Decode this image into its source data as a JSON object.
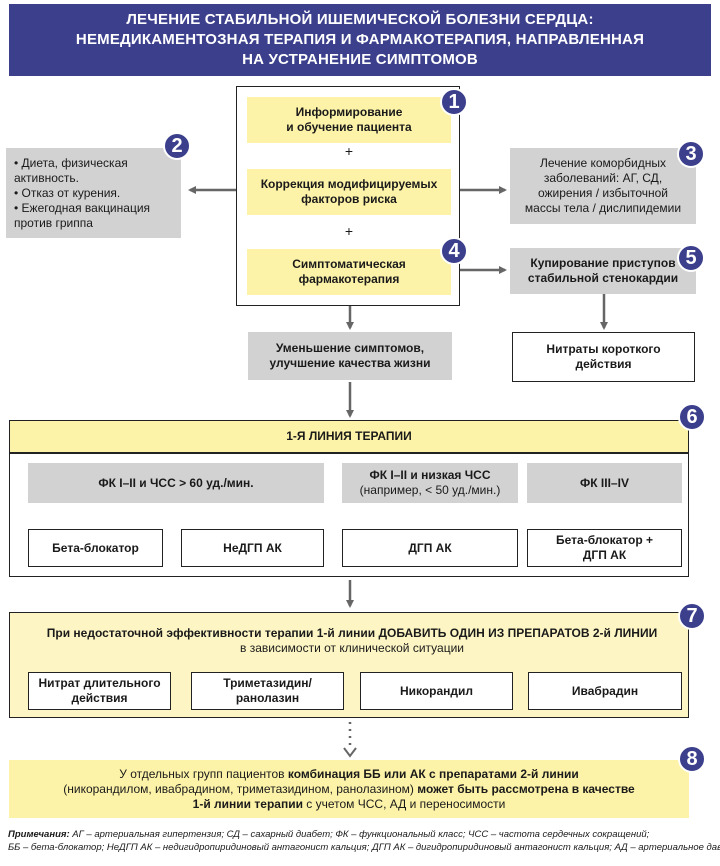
{
  "title": {
    "line1": "ЛЕЧЕНИЕ СТАБИЛЬНОЙ ИШЕМИЧЕСКОЙ БОЛЕЗНИ СЕРДЦА:",
    "line2": "НЕМЕДИКАМЕНТОЗНАЯ ТЕРАПИЯ И ФАРМАКОТЕРАПИЯ, НАПРАВЛЕННАЯ",
    "line3": "НА УСТРАНЕНИЕ СИМПТОМОВ"
  },
  "badges": [
    "1",
    "2",
    "3",
    "4",
    "5",
    "6",
    "7",
    "8"
  ],
  "center": {
    "box1_line1": "Информирование",
    "box1_line2": "и обучение пациента",
    "plus": "+",
    "box2_line1": "Коррекция модифицируемых",
    "box2_line2": "факторов риска",
    "box4_line1": "Симптоматическая",
    "box4_line2": "фармакотерапия"
  },
  "left_box": {
    "line1": "• Диета, физическая",
    "line2": "активность.",
    "line3": "• Отказ от курения.",
    "line4": "• Ежегодная вакцинация",
    "line5": "против гриппа"
  },
  "right_box": {
    "line1": "Лечение коморбидных",
    "line2": "заболеваний: АГ, СД,",
    "line3": "ожирения / избыточной",
    "line4": "массы тела / дислипидемии"
  },
  "angina_box": {
    "line1": "Купирование приступов",
    "line2": "стабильной стенокардии"
  },
  "nitrates_box": {
    "line1": "Нитраты короткого",
    "line2": "действия"
  },
  "outcome_box": {
    "line1": "Уменьшение симптомов,",
    "line2": "улучшение качества жизни"
  },
  "first_line": {
    "header": "1-Я ЛИНИЯ ТЕРАПИИ",
    "cond1": "ФК I–II и ЧСС > 60 уд./мин.",
    "cond2_line1": "ФК I–II и низкая ЧСС",
    "cond2_line2": "(например, < 50 уд./мин.)",
    "cond3": "ФК III–IV",
    "drug1": "Бета-блокатор",
    "drug2": "НеДГП АК",
    "drug3": "ДГП АК",
    "drug4_line1": "Бета-блокатор +",
    "drug4_line2": "ДГП АК"
  },
  "second_line": {
    "header_part1": "При недостаточной эффективности терапии 1-й линии ",
    "header_part2": "ДОБАВИТЬ ОДИН ИЗ ПРЕПАРАТОВ 2-й ЛИНИИ",
    "subheader": "в зависимости от клинической ситуации",
    "drug1_line1": "Нитрат длительного",
    "drug1_line2": "действия",
    "drug2_line1": "Триметазидин/",
    "drug2_line2": "ранолазин",
    "drug3": "Никорандил",
    "drug4": "Ивабрадин"
  },
  "box8": {
    "l1_a": "У отдельных групп пациентов ",
    "l1_b": "комбинация ББ или АК с препаратами 2-й линии",
    "l2_a": "(никорандилом, ивабрадином, триметазидином, ранолазином) ",
    "l2_b": "может быть рассмотрена в качестве",
    "l3_a": "1-й линии терапии",
    "l3_b": " с учетом ЧСС, АД и переносимости"
  },
  "notes": {
    "label": "Примечания:",
    "line1": " АГ – артериальная гипертензия; СД – сахарный диабет; ФК – функциональный класс; ЧСС – частота сердечных сокращений;",
    "line2": "ББ – бета-блокатор; НеДГП АК – недигидропиридиновый антагонист кальция; ДГП АК – дигидропиридиновый антагонист кальция; АД – артериальное давление."
  },
  "colors": {
    "navy": "#3b3f8c",
    "yellow": "#fdf3a8",
    "gray": "#d2d2d2",
    "arrow": "#666666"
  }
}
